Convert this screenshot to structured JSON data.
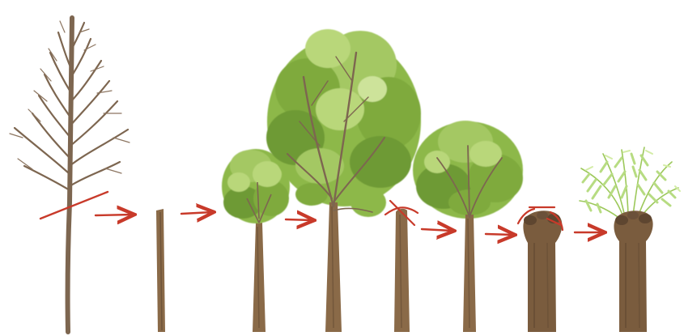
{
  "figure": {
    "description_visible_text": "",
    "stages": [
      {
        "id": "bare-sapling",
        "icon": "bare-tree-icon"
      },
      {
        "id": "cut-stem",
        "icon": "stem-icon"
      },
      {
        "id": "young-crown",
        "icon": "small-tree-icon"
      },
      {
        "id": "full-crown",
        "icon": "large-tree-icon"
      },
      {
        "id": "recut-stump",
        "icon": "cut-trunk-icon"
      },
      {
        "id": "regrown-crown",
        "icon": "medium-tree-icon"
      },
      {
        "id": "pollard-head",
        "icon": "pollard-icon"
      },
      {
        "id": "pollard-shoots",
        "icon": "pollard-shoots-icon"
      }
    ],
    "colors": {
      "trunk": "#8a6a48",
      "trunk_dark": "#5e4630",
      "branch": "#7d6650",
      "leaf_dark": "#6e9a36",
      "leaf_mid": "#8db84a",
      "leaf_light": "#b9d77a",
      "shoot": "#a9d36a",
      "cut_mark": "#c83a2a"
    }
  }
}
